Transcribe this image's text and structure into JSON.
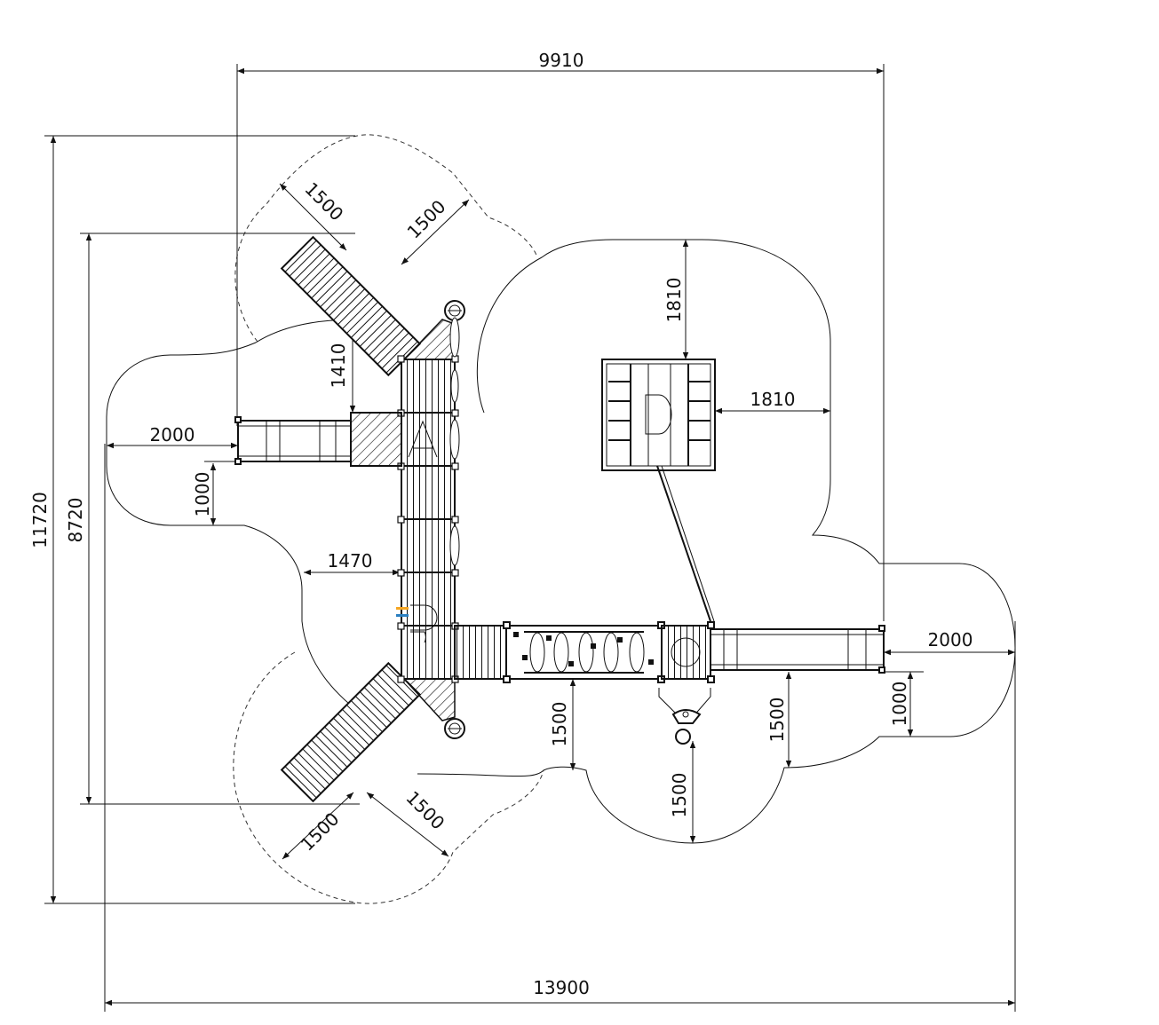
{
  "drawing": {
    "title": "Playground structure plan with safety zone",
    "dimensions": {
      "overall_width_top": "9910",
      "overall_width_bottom": "13900",
      "overall_height_outer": "11720",
      "overall_height_inner": "8720",
      "upper_ramp_left": "1500",
      "upper_ramp_right": "1500",
      "upper_platform_clearance": "1410",
      "left_slide_run": "2000",
      "left_slide_side": "1000",
      "left_tower_side": "1470",
      "square_top": "1810",
      "square_right": "1810",
      "right_slide_run": "2000",
      "right_slide_side": "1000",
      "bridge_bottom": "1500",
      "spinner_bottom": "1500",
      "deck_bottom_right": "1500",
      "lower_ramp_left": "1500",
      "lower_ramp_right": "1500"
    },
    "colors": {
      "line": "#111111",
      "marker_orange": "#f5a623",
      "marker_blue": "#2a7fc1"
    }
  }
}
